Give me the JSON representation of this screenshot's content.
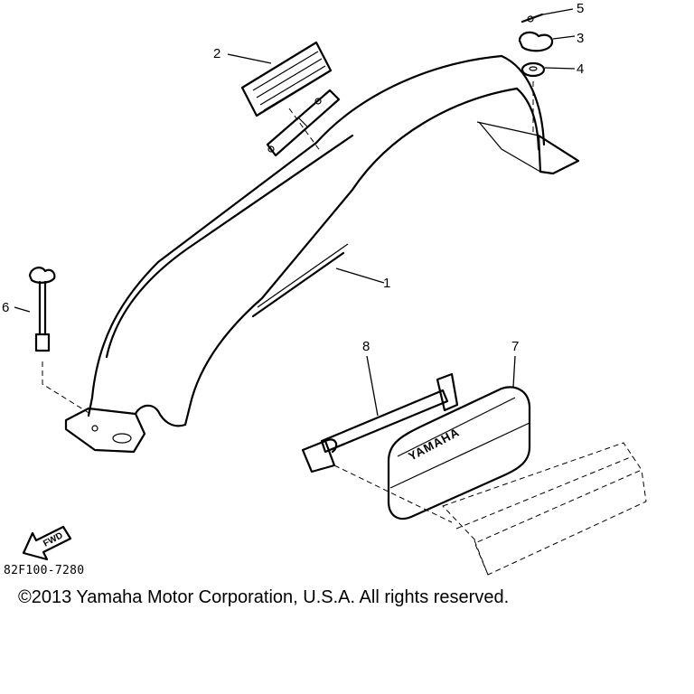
{
  "diagram": {
    "callouts": [
      "1",
      "2",
      "3",
      "4",
      "5",
      "6",
      "7",
      "8"
    ],
    "embossed_text": "YAMAHA",
    "fwd_label": "FWD",
    "drawing_code": "82F100-7280"
  },
  "footer": {
    "copyright": "©2013 Yamaha Motor Corporation, U.S.A. All rights reserved."
  }
}
